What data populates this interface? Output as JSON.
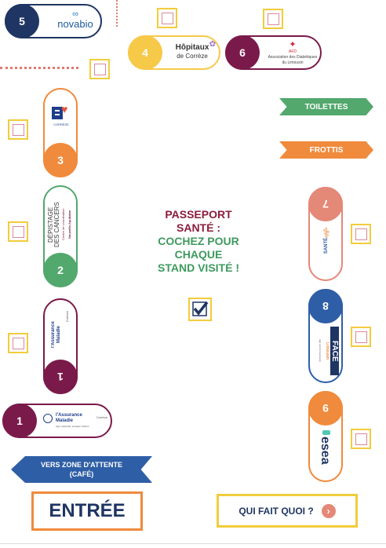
{
  "stands": {
    "s5": {
      "num": "5",
      "logo": "novabio"
    },
    "s4": {
      "num": "4",
      "logo_line1": "Hôpitaux",
      "logo_line2": "de Corrèze"
    },
    "s6": {
      "num": "6",
      "logo_line1": "AFD",
      "logo_line2": "Association des Diabétiques",
      "logo_line3": "du Limousin"
    },
    "s3": {
      "num": "3",
      "logo": "CORRÈZE"
    },
    "s2": {
      "num": "2",
      "logo_line1": "DÉPISTAGE",
      "logo_line2": "DES CANCERS",
      "logo_line3": "Centre de coordination",
      "logo_line4": "Nouvelle-Aquitaine"
    },
    "s1v": {
      "num": "1",
      "logo_line1": "l'Assurance",
      "logo_line2": "Maladie",
      "logo_tag": "Corrèze"
    },
    "s1h": {
      "num": "1",
      "logo_line1": "l'Assurance",
      "logo_line2": "Maladie",
      "logo_tag": "Corrèze",
      "logo_sub": "Agir ensemble, protéger chacun"
    },
    "s7": {
      "num": "7",
      "logo": "SANTÉ"
    },
    "s8": {
      "num": "8",
      "logo_line1": "FACE",
      "logo_line2": "Limousin",
      "logo_line3": "Agir contre l'exclusion"
    },
    "s9": {
      "num": "9",
      "logo": "esea"
    }
  },
  "center": {
    "line1": "PASSEPORT",
    "line2": "SANTÉ :",
    "line3": "COCHEZ POUR",
    "line4": "CHAQUE",
    "line5": "STAND VISITÉ !"
  },
  "signs": {
    "toilettes": "TOILETTES",
    "frottis": "FROTTIS",
    "vers_line1": "VERS ZONE D'ATTENTE",
    "vers_line2": "(CAFÉ)",
    "entree": "ENTRÉE",
    "qui": "QUI FAIT QUOI ?"
  },
  "colors": {
    "navy": "#1f3563",
    "orange": "#f08a3c",
    "green": "#52a86d",
    "plum": "#7a1a4a",
    "yellow": "#f7c948",
    "salmon": "#e48878",
    "blue": "#2e5ea6",
    "teal": "#4fc9b5",
    "checkbox_border": "#f2cc3c",
    "text_red": "#8a1d3c",
    "text_green": "#3d9a5e"
  }
}
